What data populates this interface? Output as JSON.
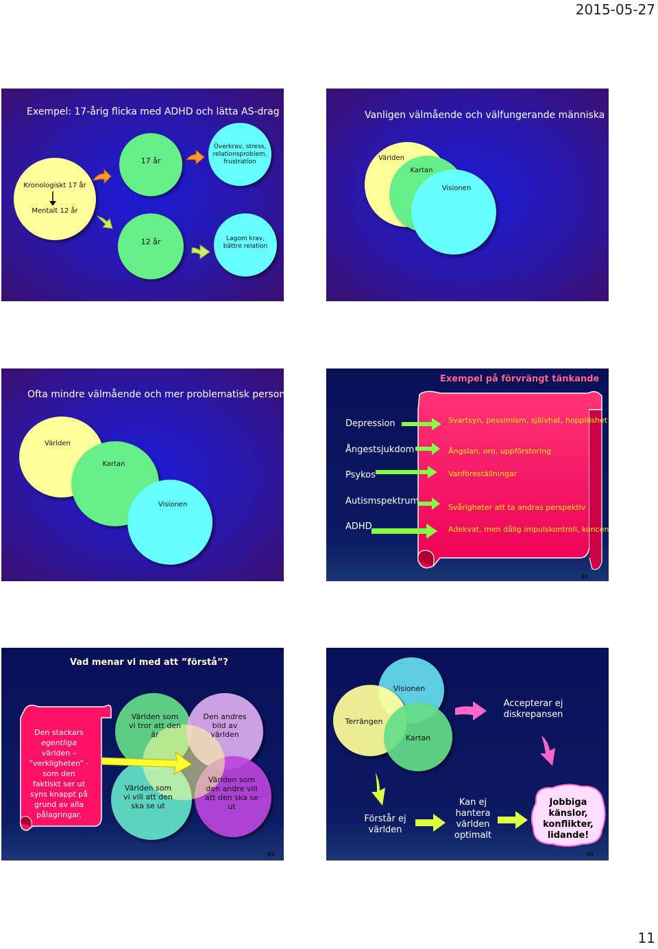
{
  "header": {
    "date": "2015-05-27"
  },
  "page_number": "11",
  "slide1": {
    "title": "Exempel: 17-årig flicka med ADHD och lätta AS-drag",
    "chronological": "Kronologiskt 17 år",
    "mental": "Mentalt 12 år",
    "age17": "17 år",
    "overdemand": "Överkrav, stress, relationsproblem, frustration",
    "age12": "12 år",
    "moderate": "Lagom krav, bättre relation"
  },
  "slide2": {
    "title": "Vanligen välmående och välfungerande människa",
    "world": "Världen",
    "map": "Kartan",
    "vision": "Visionen"
  },
  "slide3": {
    "title": "Ofta mindre välmående och mer problematisk person",
    "world": "Världen",
    "map": "Kartan",
    "vision": "Visionen"
  },
  "slide4": {
    "title": "Exempel på förvrängt tänkande",
    "rows": [
      {
        "left": "Depression",
        "right": "Svartsyn, pessimism, självhat, hopplöshet"
      },
      {
        "left": "Ångestsjukdom",
        "right": "Ängslan, oro, uppförstoring"
      },
      {
        "left": "Psykos",
        "right": "Vanföreställningar"
      },
      {
        "left": "Autismspektrum",
        "right": "Svårigheter att ta andras perspektiv"
      },
      {
        "left": "ADHD",
        "right": "Adekvat, men dålig impulskontroll, koncentrationssvårigheter"
      }
    ],
    "number": "82"
  },
  "slide5": {
    "title": "Vad menar vi med att ”förstå”?",
    "scroll_text": [
      "Den stackars",
      "egentliga",
      "världen –",
      "”verkligheten” -",
      "som den",
      "faktiskt ser ut",
      "syns knappt på",
      "grund av alla",
      "pålagringar."
    ],
    "c1": "Världen som vi tror att den är",
    "c2": "Den andres bild av världen",
    "c3": "Världen som vi vill att den ska se ut",
    "c4": "Världen som den andre vill att den ska se ut",
    "number": "83"
  },
  "slide6": {
    "vision": "Visionen",
    "terrain": "Terrängen",
    "map": "Kartan",
    "accept": "Accepterar ej diskrepansen",
    "understand": "Förstår ej världen",
    "handle": "Kan ej hantera världen optimalt",
    "tough": "Jobbiga känslor, konflikter, lidande!",
    "number": "84"
  }
}
